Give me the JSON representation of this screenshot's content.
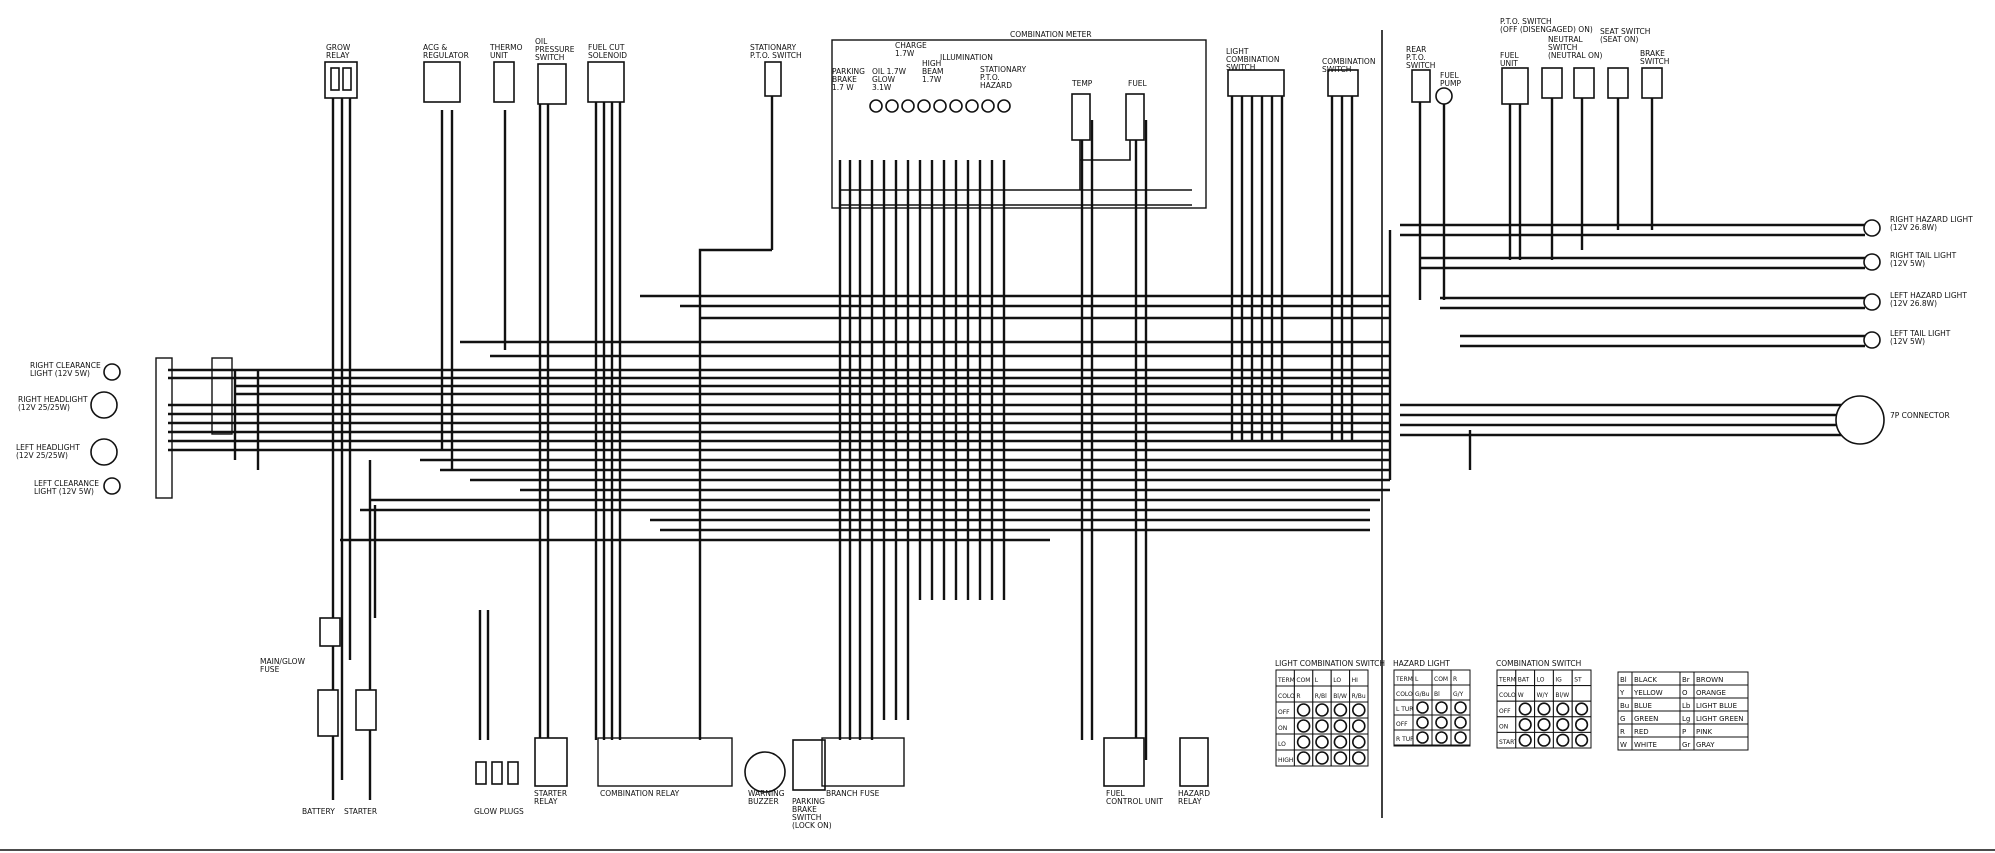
{
  "components": {
    "grow_relay": "GROW\nRELAY",
    "acg_regulator": "ACG &\nREGULATOR",
    "thermo_unit": "THERMO\nUNIT",
    "oil_pressure_switch": "OIL\nPRESSURE\nSWITCH",
    "fuel_cut_solenoid": "FUEL CUT\nSOLENOID",
    "stationary_pto_switch": "STATIONARY\nP.T.O. SWITCH",
    "combination_meter": "COMBINATION METER",
    "parking_brake": "PARKING\nBRAKE\n1.7 W",
    "oil_glow": "OIL 1.7W\nGLOW\n3.1W",
    "charge": "CHARGE\n1.7W",
    "high_beam": "HIGH\nBEAM\n1.7W",
    "illumination": "ILLUMINATION",
    "stationary_pto_hazard": "STATIONARY\nP.T.O.\nHAZARD",
    "temp": "TEMP",
    "fuel": "FUEL",
    "light_combination_switch": "LIGHT\nCOMBINATION\nSWITCH",
    "combination_switch": "COMBINATION\nSWITCH",
    "rear_pto_switch": "REAR\nP.T.O.\nSWITCH",
    "fuel_pump": "FUEL\nPUMP",
    "pto_switch": "P.T.O. SWITCH\n(OFF (Disengaged) ON)",
    "fuel_unit": "FUEL\nUNIT",
    "neutral_switch": "NEUTRAL\nSWITCH\n(NEUTRAL ON)",
    "seat_switch": "SEAT SWITCH\n(SEAT ON)",
    "brake_switch": "BRAKE\nSWITCH",
    "right_hazard_light": "RIGHT HAZARD LIGHT\n(12V 26.8W)",
    "right_tail_light": "RIGHT TAIL LIGHT\n(12V 5W)",
    "left_hazard_light": "LEFT HAZARD LIGHT\n(12V 26.8W)",
    "left_tail_light": "LEFT TAIL LIGHT\n(12V 5W)",
    "connector_7p": "7P CONNECTOR",
    "right_clearance_light": "RIGHT CLEARANCE\nLIGHT (12V 5W)",
    "right_headlight": "RIGHT HEADLIGHT\n(12V 25/25W)",
    "left_headlight": "LEFT HEADLIGHT\n(12V 25/25W)",
    "left_clearance_light": "LEFT CLEARANCE\nLIGHT (12V 5W)",
    "main_glow_fuse": "MAIN/GLOW\nFUSE",
    "battery": "BATTERY",
    "starter": "STARTER",
    "glow_plugs": "GLOW PLUGS",
    "starter_relay": "STARTER\nRELAY",
    "combination_relay": "COMBINATION RELAY",
    "warning_buzzer": "WARNING\nBUZZER",
    "parking_brake_switch": "PARKING\nBRAKE\nSWITCH\n(LOCK ON)",
    "branch_fuse": "BRANCH FUSE",
    "fuel_control_unit": "FUEL\nCONTROL UNIT",
    "hazard_relay": "HAZARD\nRELAY"
  },
  "tables": {
    "light_combination_switch": {
      "title": "LIGHT COMBINATION SWITCH",
      "header": [
        "TERM",
        "COM",
        "L",
        "LO",
        "HI"
      ],
      "color_row": [
        "COLOR",
        "R",
        "R/Bl",
        "Bl/W",
        "R/Bu"
      ],
      "rows": [
        "OFF",
        "ON",
        "LO",
        "HIGH"
      ]
    },
    "hazard_light": {
      "title": "HAZARD LIGHT",
      "header": [
        "TERM",
        "L",
        "COM",
        "R"
      ],
      "color_row": [
        "COLOR",
        "G/Bu",
        "Bl",
        "G/Y"
      ],
      "rows": [
        "L TURN",
        "OFF",
        "R TURN"
      ]
    },
    "combination_switch": {
      "title": "COMBINATION SWITCH",
      "header": [
        "TERM",
        "BAT",
        "LO",
        "IG",
        "ST"
      ],
      "color_row": [
        "COLOR",
        "W",
        "W/Y",
        "Bl/W"
      ],
      "rows": [
        "OFF",
        "ON",
        "START"
      ]
    }
  },
  "color_legend": [
    {
      "code": "Bl",
      "name": "BLACK",
      "code2": "Br",
      "name2": "BROWN"
    },
    {
      "code": "Y",
      "name": "YELLOW",
      "code2": "O",
      "name2": "ORANGE"
    },
    {
      "code": "Bu",
      "name": "BLUE",
      "code2": "Lb",
      "name2": "LIGHT BLUE"
    },
    {
      "code": "G",
      "name": "GREEN",
      "code2": "Lg",
      "name2": "LIGHT GREEN"
    },
    {
      "code": "R",
      "name": "RED",
      "code2": "P",
      "name2": "PINK"
    },
    {
      "code": "W",
      "name": "WHITE",
      "code2": "Gr",
      "name2": "GRAY"
    }
  ]
}
